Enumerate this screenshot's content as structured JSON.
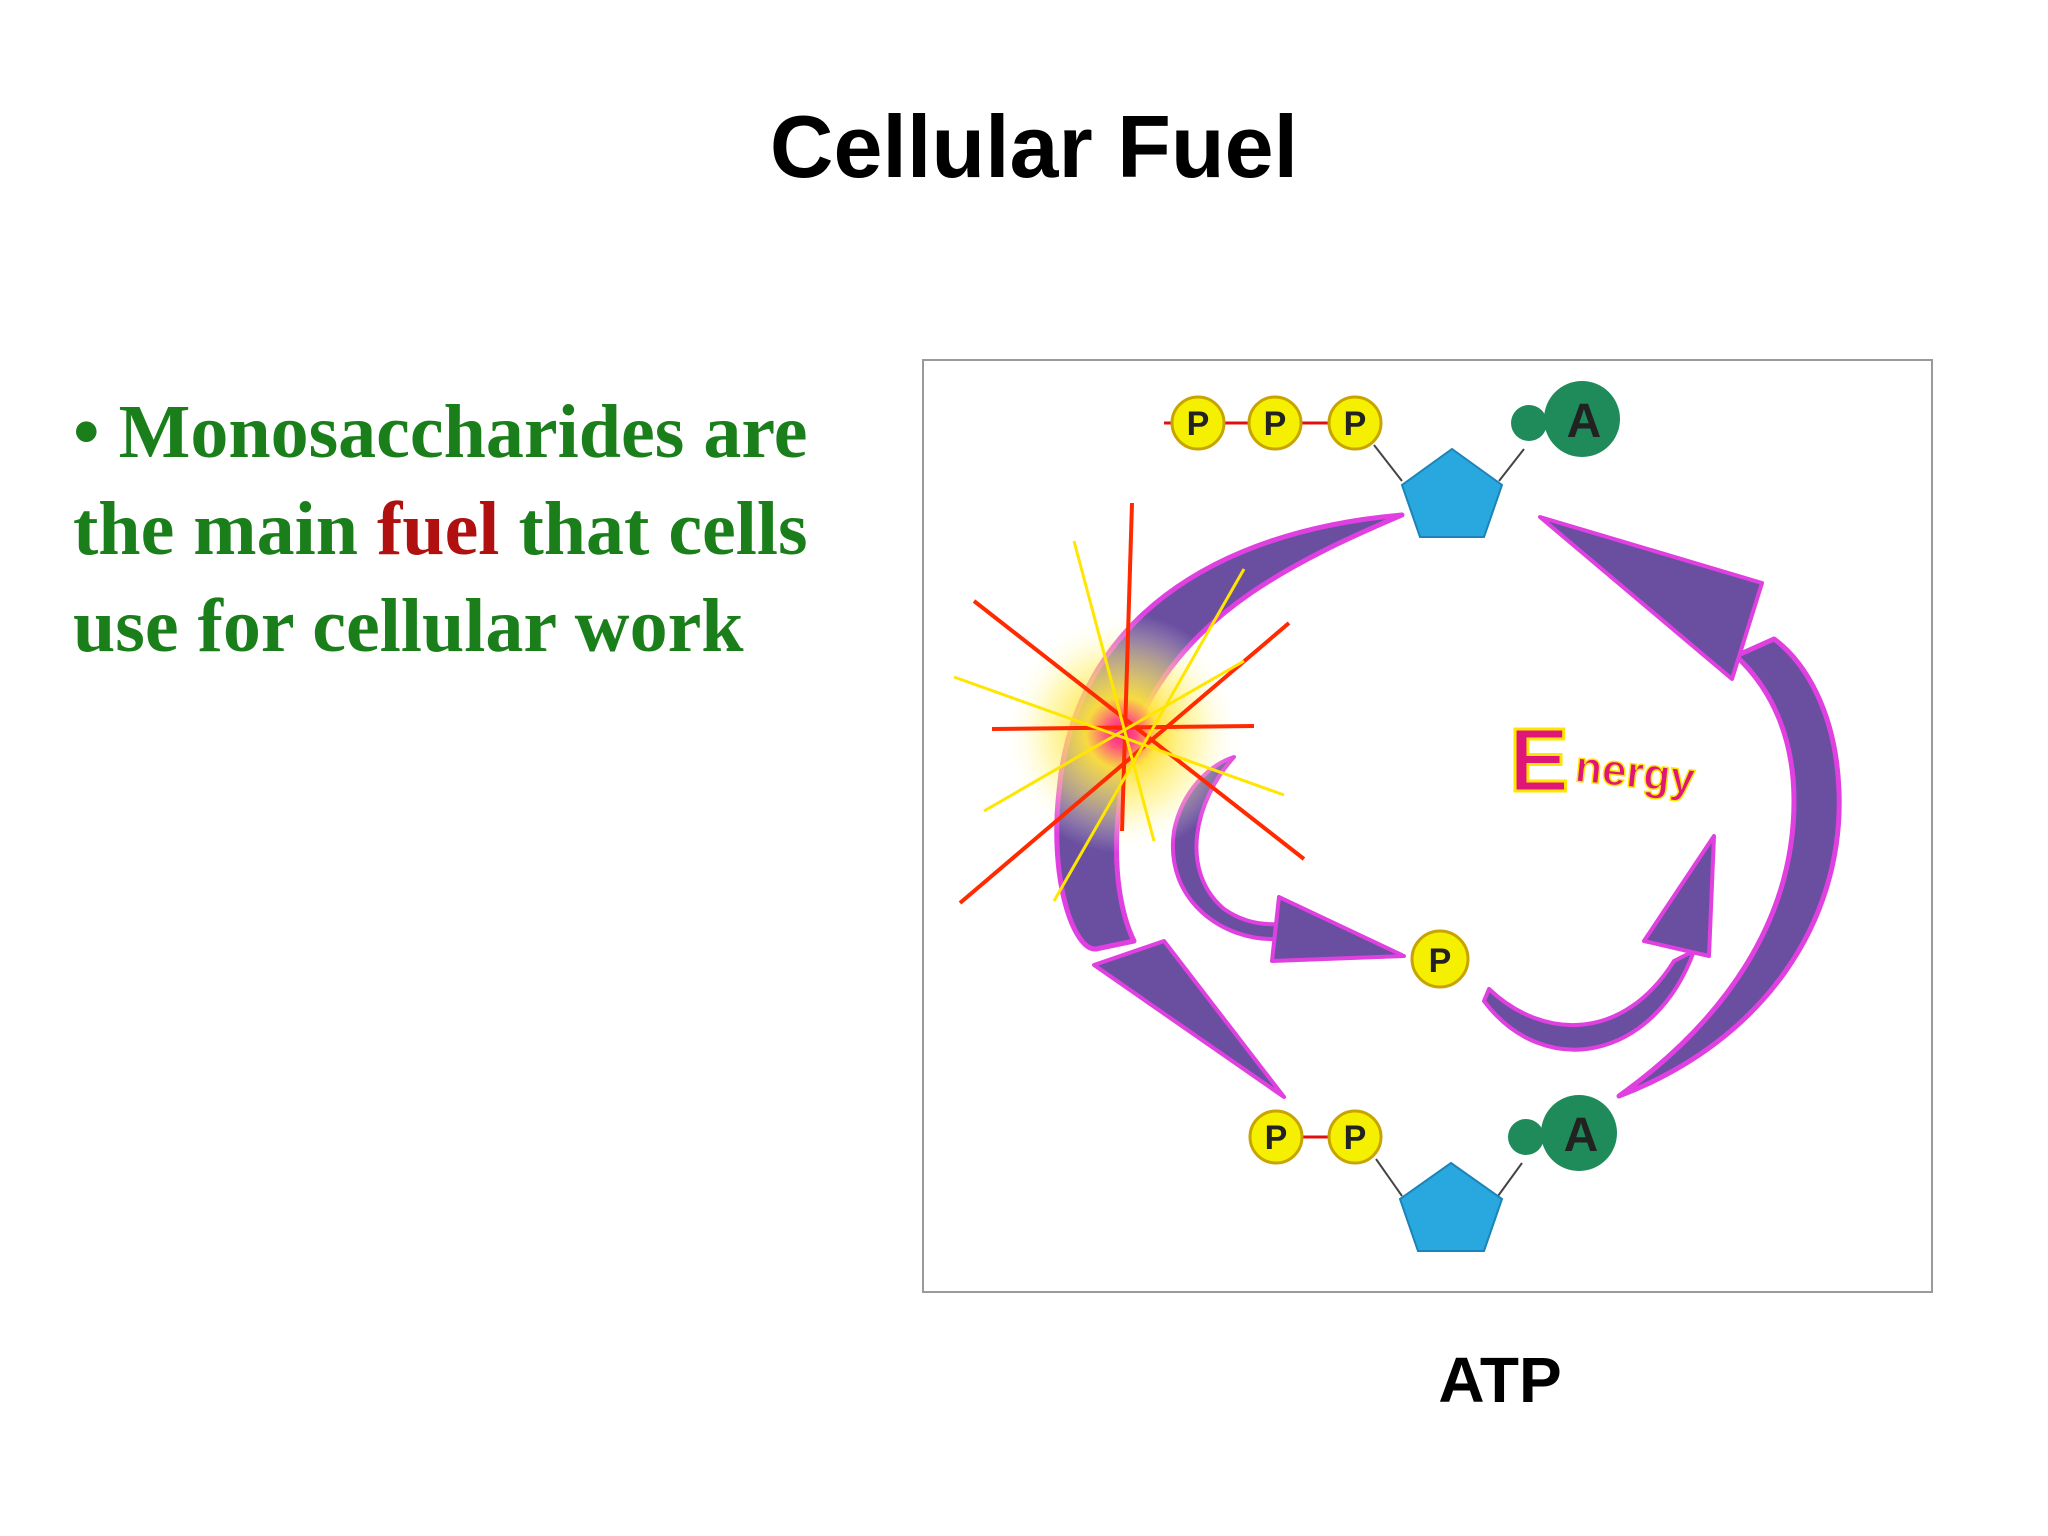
{
  "slide": {
    "title": "Cellular Fuel",
    "bullet": {
      "marker": "•",
      "text_before": "Monosaccharides are the main ",
      "highlight": "fuel",
      "text_after": " that cells use for cellular work"
    },
    "caption": "ATP"
  },
  "diagram": {
    "atp_phosphates": [
      "P",
      "P",
      "P"
    ],
    "adp_phosphates": [
      "P",
      "P"
    ],
    "free_phosphate": "P",
    "adenine_label": "A",
    "energy_label_cap": "E",
    "energy_label_rest": "nergy"
  },
  "colors": {
    "bullet_text": "#1a7f1a",
    "highlight": "#b01010",
    "phosphate": "#f5f000",
    "ribose": "#29a8e0",
    "adenine": "#1f8a5a",
    "arrow_fill": "#6a4fa0",
    "arrow_edge": "#e040e0",
    "energy_text": "#e0157a",
    "energy_shadow": "#ffe600"
  }
}
